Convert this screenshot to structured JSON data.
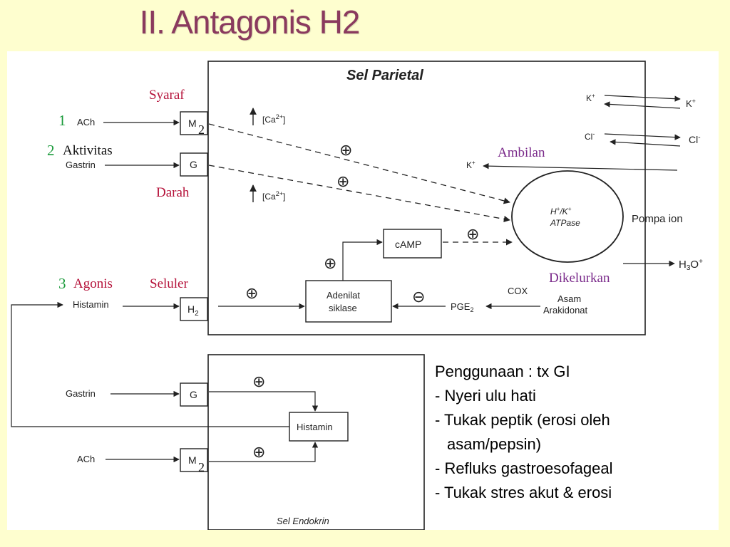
{
  "title": "II. Antagonis H2",
  "parietal": {
    "title": "Sel Parietal",
    "receptor_m2": "M",
    "receptor_g": "G",
    "receptor_h2": "H",
    "ion_k_in": "K",
    "ion_k_out": "K",
    "ion_cl_in": "Cl",
    "ion_cl_out": "Cl",
    "ion_k_back": "K",
    "ca_label": "[Ca",
    "ca_label_close": "]",
    "camp": "cAMP",
    "adenilat_line1": "Adenilat",
    "adenilat_line2": "siklase",
    "pump_line1": "H",
    "pump_line1_mid": "/K",
    "pump_line2": "ATPase",
    "cox": "COX",
    "pge": "PGE",
    "asam_line1": "Asam",
    "asam_line2": "Arakidonat",
    "h3o": "H",
    "h3o_mid": "O",
    "pompa_ion": "Pompa ion",
    "plus_symbol": "⊕",
    "minus_symbol": "⊖",
    "sup_plus": "+",
    "sup_minus": "-",
    "sup_2plus": "2+",
    "sub_2": "2",
    "sub_3": "3"
  },
  "inputs": {
    "ach": "ACh",
    "gastrin": "Gastrin",
    "histamin": "Histamin"
  },
  "annotations": {
    "syaraf": "Syaraf",
    "num1": "1",
    "num2": "2",
    "aktivitas": "Aktivitas",
    "darah": "Darah",
    "num3": "3",
    "agonis": "Agonis",
    "seluler": "Seluler",
    "ambilan": "Ambilan",
    "dikelurkan": "Dikelurkan",
    "m2_handwritten": "2"
  },
  "endokrin": {
    "title": "Sel Endokrin",
    "receptor_g": "G",
    "receptor_m2": "M",
    "histamin": "Histamin",
    "gastrin": "Gastrin",
    "ach": "ACh"
  },
  "usage": {
    "heading": "Penggunaan : tx GI",
    "items": [
      "- Nyeri ulu hati",
      "- Tukak peptik (erosi oleh",
      "asam/pepsin)",
      "- Refluks gastroesofageal",
      "- Tukak stres akut & erosi"
    ]
  },
  "colors": {
    "title": "#8a3a5e",
    "annotation_red": "#b5123a",
    "annotation_green": "#1a9a3a",
    "annotation_purple": "#7a2a8a",
    "background": "#fefecf"
  }
}
